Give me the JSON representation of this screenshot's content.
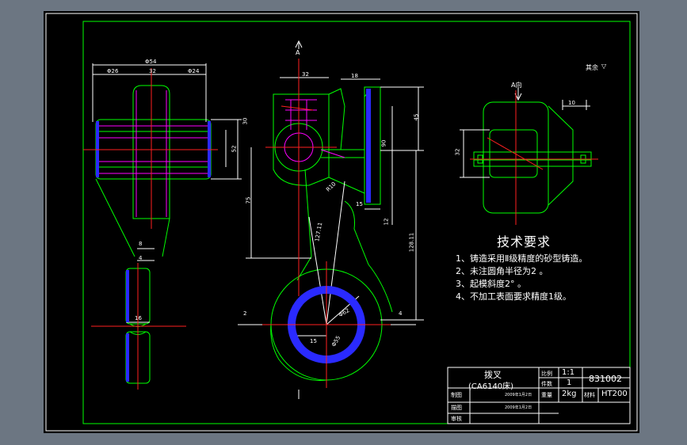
{
  "view_markers": {
    "section_arrow": "A",
    "direction_view": "A向"
  },
  "dimensions": {
    "top_overall": "Φ54",
    "top_left_bore": "Φ26",
    "top_mid": "32",
    "top_right_bore": "Φ24",
    "left_height_30": "30",
    "left_height_52": "52",
    "left_small_8": "8",
    "left_small_4": "4",
    "left_small_16": "16",
    "fork_top_32": "32",
    "fork_top_18": "18",
    "fork_45": "45",
    "fork_90": "90",
    "fork_75": "75",
    "fork_r10": "R10",
    "fork_127": "127.11",
    "fork_15": "15",
    "fork_12": "12",
    "fork_128": "128.11",
    "ring_phi": "Φ62",
    "ring_15": "15",
    "ring_r": "Φ55",
    "ring_left_2": "2",
    "ring_right_4": "4",
    "aview_10": "10",
    "aview_32": "32"
  },
  "roughness": {
    "label": "其余",
    "symbol": "▽"
  },
  "tech_requirements": {
    "title": "技术要求",
    "items": [
      {
        "num": "1、",
        "text": "铸造采用Ⅱ级精度的砂型铸造。"
      },
      {
        "num": "2、",
        "text": "未注圆角半径为2  。"
      },
      {
        "num": "3、",
        "text": "起模斜度2°  。"
      },
      {
        "num": "4、",
        "text": "不加工表面要求精度1级。"
      }
    ]
  },
  "title_block": {
    "part_name": "拨叉",
    "machine": "(CA6140床)",
    "scale_label": "比例",
    "scale_value": "1:1",
    "drawing_no": "831002",
    "count_label": "件数",
    "count_value": "1",
    "drawn_label": "制图",
    "drawn_date": "2009年1月2日",
    "weight_label": "重量",
    "weight_value": "2kg",
    "material_label": "材料",
    "material_value": "HT200",
    "check_label": "描图",
    "check_date": "2009年1月2日",
    "review_label": "审核"
  }
}
